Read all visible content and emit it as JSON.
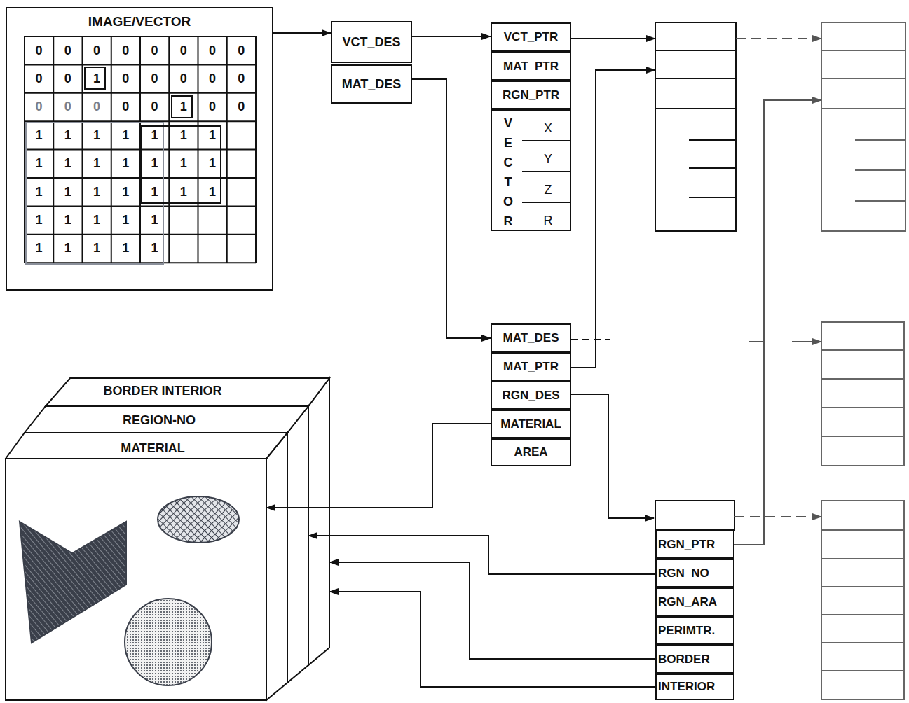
{
  "diagram": {
    "nodes": [
      {
        "text": [
          "IMAGE/VECTOR"
        ]
      },
      {
        "text": [
          "VCT_DES"
        ]
      },
      {
        "text": [
          "MAT_DES"
        ]
      },
      {
        "text": [
          "VCT_PTR"
        ]
      },
      {
        "text": [
          "MAT_PTR"
        ]
      },
      {
        "text": [
          "RGN_PTR"
        ]
      },
      {
        "text": [
          "VECTOR",
          "X",
          "Y",
          "Z",
          "R"
        ]
      },
      {
        "text": [
          "MAT_DES"
        ]
      },
      {
        "text": [
          "MAT_PTR"
        ]
      },
      {
        "text": [
          "RGN_DES"
        ]
      },
      {
        "text": [
          "MATERIAL"
        ]
      },
      {
        "text": [
          "AREA"
        ]
      },
      {
        "text": [
          "BORDER INTERIOR"
        ]
      },
      {
        "text": [
          "REGION-NO"
        ]
      },
      {
        "text": [
          "MATERIAL"
        ]
      },
      {
        "text": [
          "RGN_PTR"
        ]
      },
      {
        "text": [
          "RGN_NO"
        ]
      },
      {
        "text": [
          "RGN_ARA"
        ]
      },
      {
        "text": [
          "PERIMTR."
        ]
      },
      {
        "text": [
          "BORDER"
        ]
      },
      {
        "text": [
          "INTERIOR"
        ]
      }
    ],
    "edges": [
      {
        "from": 0,
        "to": 1,
        "arrow": "to"
      },
      {
        "from": 1,
        "to": 3,
        "arrow": "to"
      },
      {
        "from": 2,
        "to": 7,
        "arrow": "to"
      },
      {
        "from": 10,
        "to": 14,
        "arrow": "to"
      },
      {
        "from": 16,
        "to": 13,
        "arrow": "to"
      },
      {
        "from": 19,
        "to": 12,
        "arrow": "to"
      },
      {
        "from": 20,
        "to": 12,
        "arrow": "to"
      }
    ],
    "labels": [
      "0",
      "0",
      "0",
      "0",
      "0",
      "0",
      "0",
      "0",
      "0",
      "0",
      "1",
      "0",
      "0",
      "0",
      "0",
      "0",
      "0",
      "0",
      "0",
      "0",
      "0",
      "1",
      "0",
      "0",
      "1",
      "1",
      "1",
      "1",
      "1",
      "1",
      "1",
      "1",
      "1",
      "1",
      "1",
      "1",
      "1",
      "1",
      "1",
      "1",
      "1",
      "1",
      "1",
      "1",
      "1",
      "1",
      "1",
      "1",
      "1",
      "1",
      "1",
      "1",
      "1",
      "1",
      "1"
    ]
  }
}
